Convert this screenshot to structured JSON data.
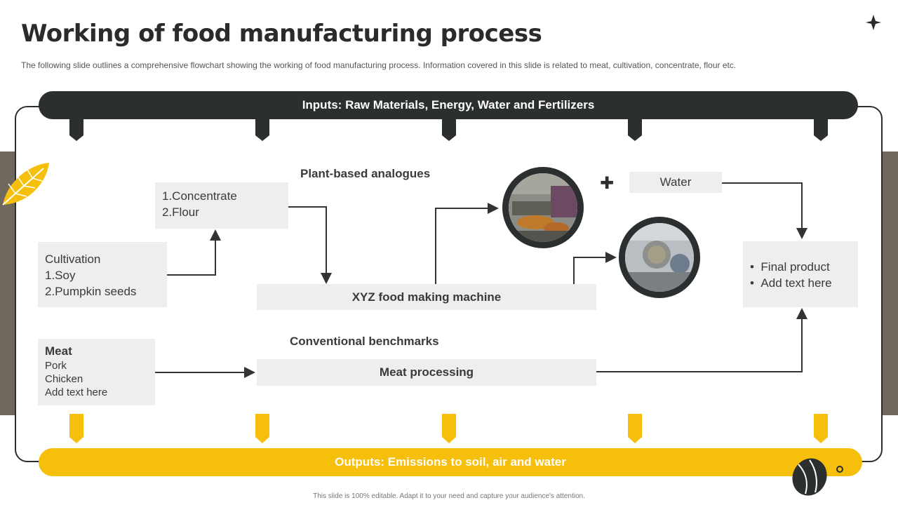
{
  "header": {
    "title": "Working of food manufacturing process",
    "subtitle": "The following slide outlines a comprehensive flowchart showing the working of food manufacturing process. Information covered in this slide is related to meat, cultivation, concentrate, flour etc."
  },
  "flow": {
    "inputs": "Inputs: Raw Materials, Energy, Water and Fertilizers",
    "outputs": "Outputs: Emissions to soil, air and water",
    "plant_label": "Plant-based analogues",
    "conventional_label": "Conventional benchmarks",
    "concentrate": {
      "line1": "1.Concentrate",
      "line2": "2.Flour"
    },
    "cultivation": {
      "line1": "Cultivation",
      "line2": "1.Soy",
      "line3": "2.Pumpkin seeds"
    },
    "machine": "XYZ food making machine",
    "meat_processing": "Meat processing",
    "meat": {
      "title": "Meat",
      "item1": "Pork",
      "item2": "Chicken",
      "item3": "Add text here"
    },
    "water": "Water",
    "plus": "✚",
    "final": {
      "item1": "Final product",
      "item2": "Add text here"
    }
  },
  "footer": "This slide is 100% editable.  Adapt it to your need and capture your audience's attention.",
  "colors": {
    "dark": "#2b2f2f",
    "accent": "#f5bf0c",
    "band": "#6f695d",
    "box": "#efeeec"
  },
  "icons": [
    "star-icon",
    "leaf-icon",
    "seed-icon",
    "factory-photo",
    "machinery-photo"
  ]
}
